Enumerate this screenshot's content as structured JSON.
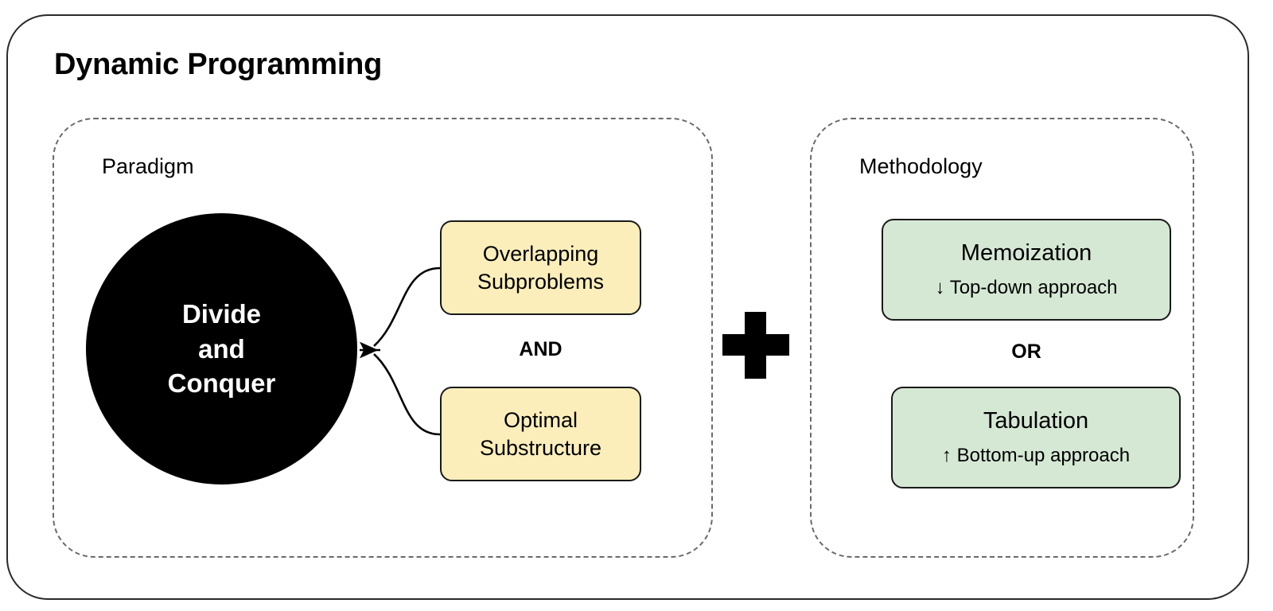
{
  "diagram": {
    "title": "Dynamic Programming",
    "groups": [
      {
        "id": "paradigm",
        "label": "Paradigm",
        "core": {
          "lines": [
            "Divide",
            "and",
            "Conquer"
          ],
          "fill": "#000000",
          "text_color": "#ffffff"
        },
        "conditions": [
          {
            "lines": [
              "Overlapping",
              "Subproblems"
            ],
            "fill": "#fbeeba"
          },
          {
            "lines": [
              "Optimal",
              "Substructure"
            ],
            "fill": "#fbeeba"
          }
        ],
        "connector_label": "AND"
      },
      {
        "id": "methodology",
        "label": "Methodology",
        "methods": [
          {
            "title": "Memoization",
            "subtitle": "↓ Top-down approach",
            "direction_icon": "arrow-down-icon",
            "fill": "#d5e8d4"
          },
          {
            "title": "Tabulation",
            "subtitle": "↑ Bottom-up approach",
            "direction_icon": "arrow-up-icon",
            "fill": "#d5e8d4"
          }
        ],
        "connector_label": "OR"
      }
    ],
    "operator": "+",
    "colors": {
      "frame_border": "#2b2b2b",
      "group_border": "#6a6a6a",
      "condition_fill": "#fbeeba",
      "method_fill": "#d5e8d4",
      "core_fill": "#000000",
      "background": "#ffffff",
      "text": "#000000"
    }
  }
}
